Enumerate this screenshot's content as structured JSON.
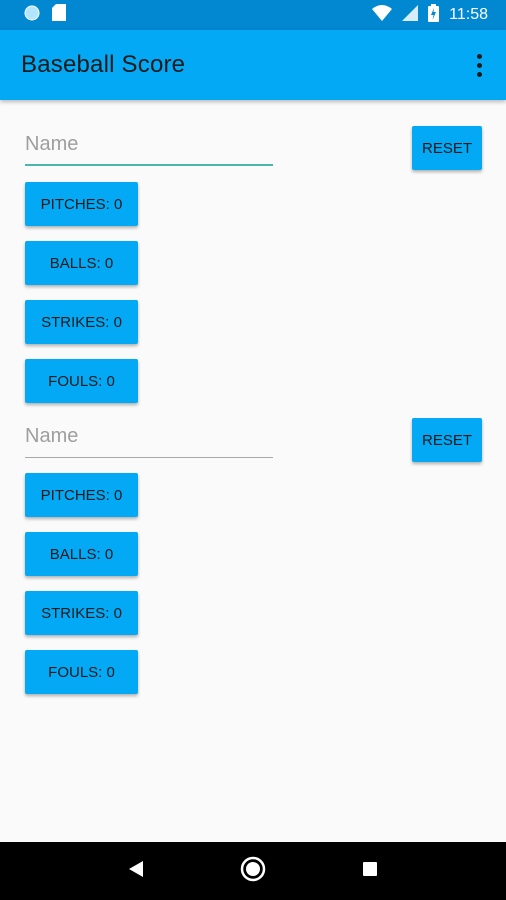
{
  "status_bar": {
    "time": "11:58",
    "icons": [
      "circle-icon",
      "sd-card-icon",
      "wifi-icon",
      "signal-icon",
      "battery-charging-icon"
    ]
  },
  "app_bar": {
    "title": "Baseball Score",
    "overflow_icon": "more-vert-icon"
  },
  "teams": [
    {
      "name_placeholder": "Name",
      "reset_label": "RESET",
      "pitches_label": "PITCHES: 0",
      "balls_label": "BALLS: 0",
      "strikes_label": "STRIKES: 0",
      "fouls_label": "FOULS: 0"
    },
    {
      "name_placeholder": "Name",
      "reset_label": "RESET",
      "pitches_label": "PITCHES: 0",
      "balls_label": "BALLS: 0",
      "strikes_label": "STRIKES: 0",
      "fouls_label": "FOULS: 0"
    }
  ],
  "colors": {
    "status_bar": "#0288d1",
    "app_bar": "#03a9f4",
    "button": "#03a9f4",
    "focus_underline": "#4db6ac",
    "background": "#fafafa"
  },
  "nav_bar": {
    "icons": [
      "back-icon",
      "home-icon",
      "recents-icon"
    ]
  }
}
